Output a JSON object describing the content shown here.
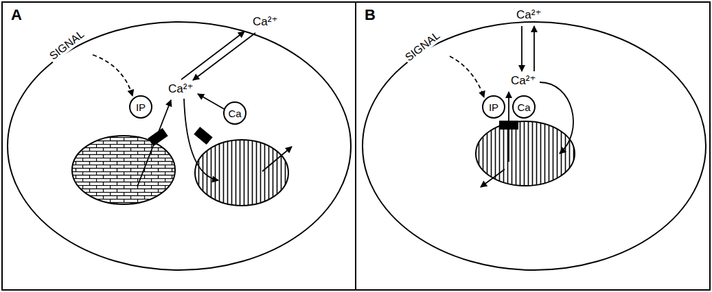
{
  "diagram": {
    "nodes": [
      {
        "text": [
          "A"
        ]
      },
      {
        "text": [
          "IP"
        ],
        "in": 0
      },
      {
        "text": [
          "Ca"
        ],
        "in": 0
      },
      {
        "text": [
          "B"
        ]
      },
      {
        "text": [
          "IP"
        ],
        "in": 3
      },
      {
        "text": [
          "Ca"
        ],
        "in": 3
      }
    ],
    "labels": [
      "SIGNAL",
      "Ca²⁺",
      "Ca²⁺",
      "SIGNAL",
      "Ca²⁺",
      "Ca²⁺"
    ]
  }
}
